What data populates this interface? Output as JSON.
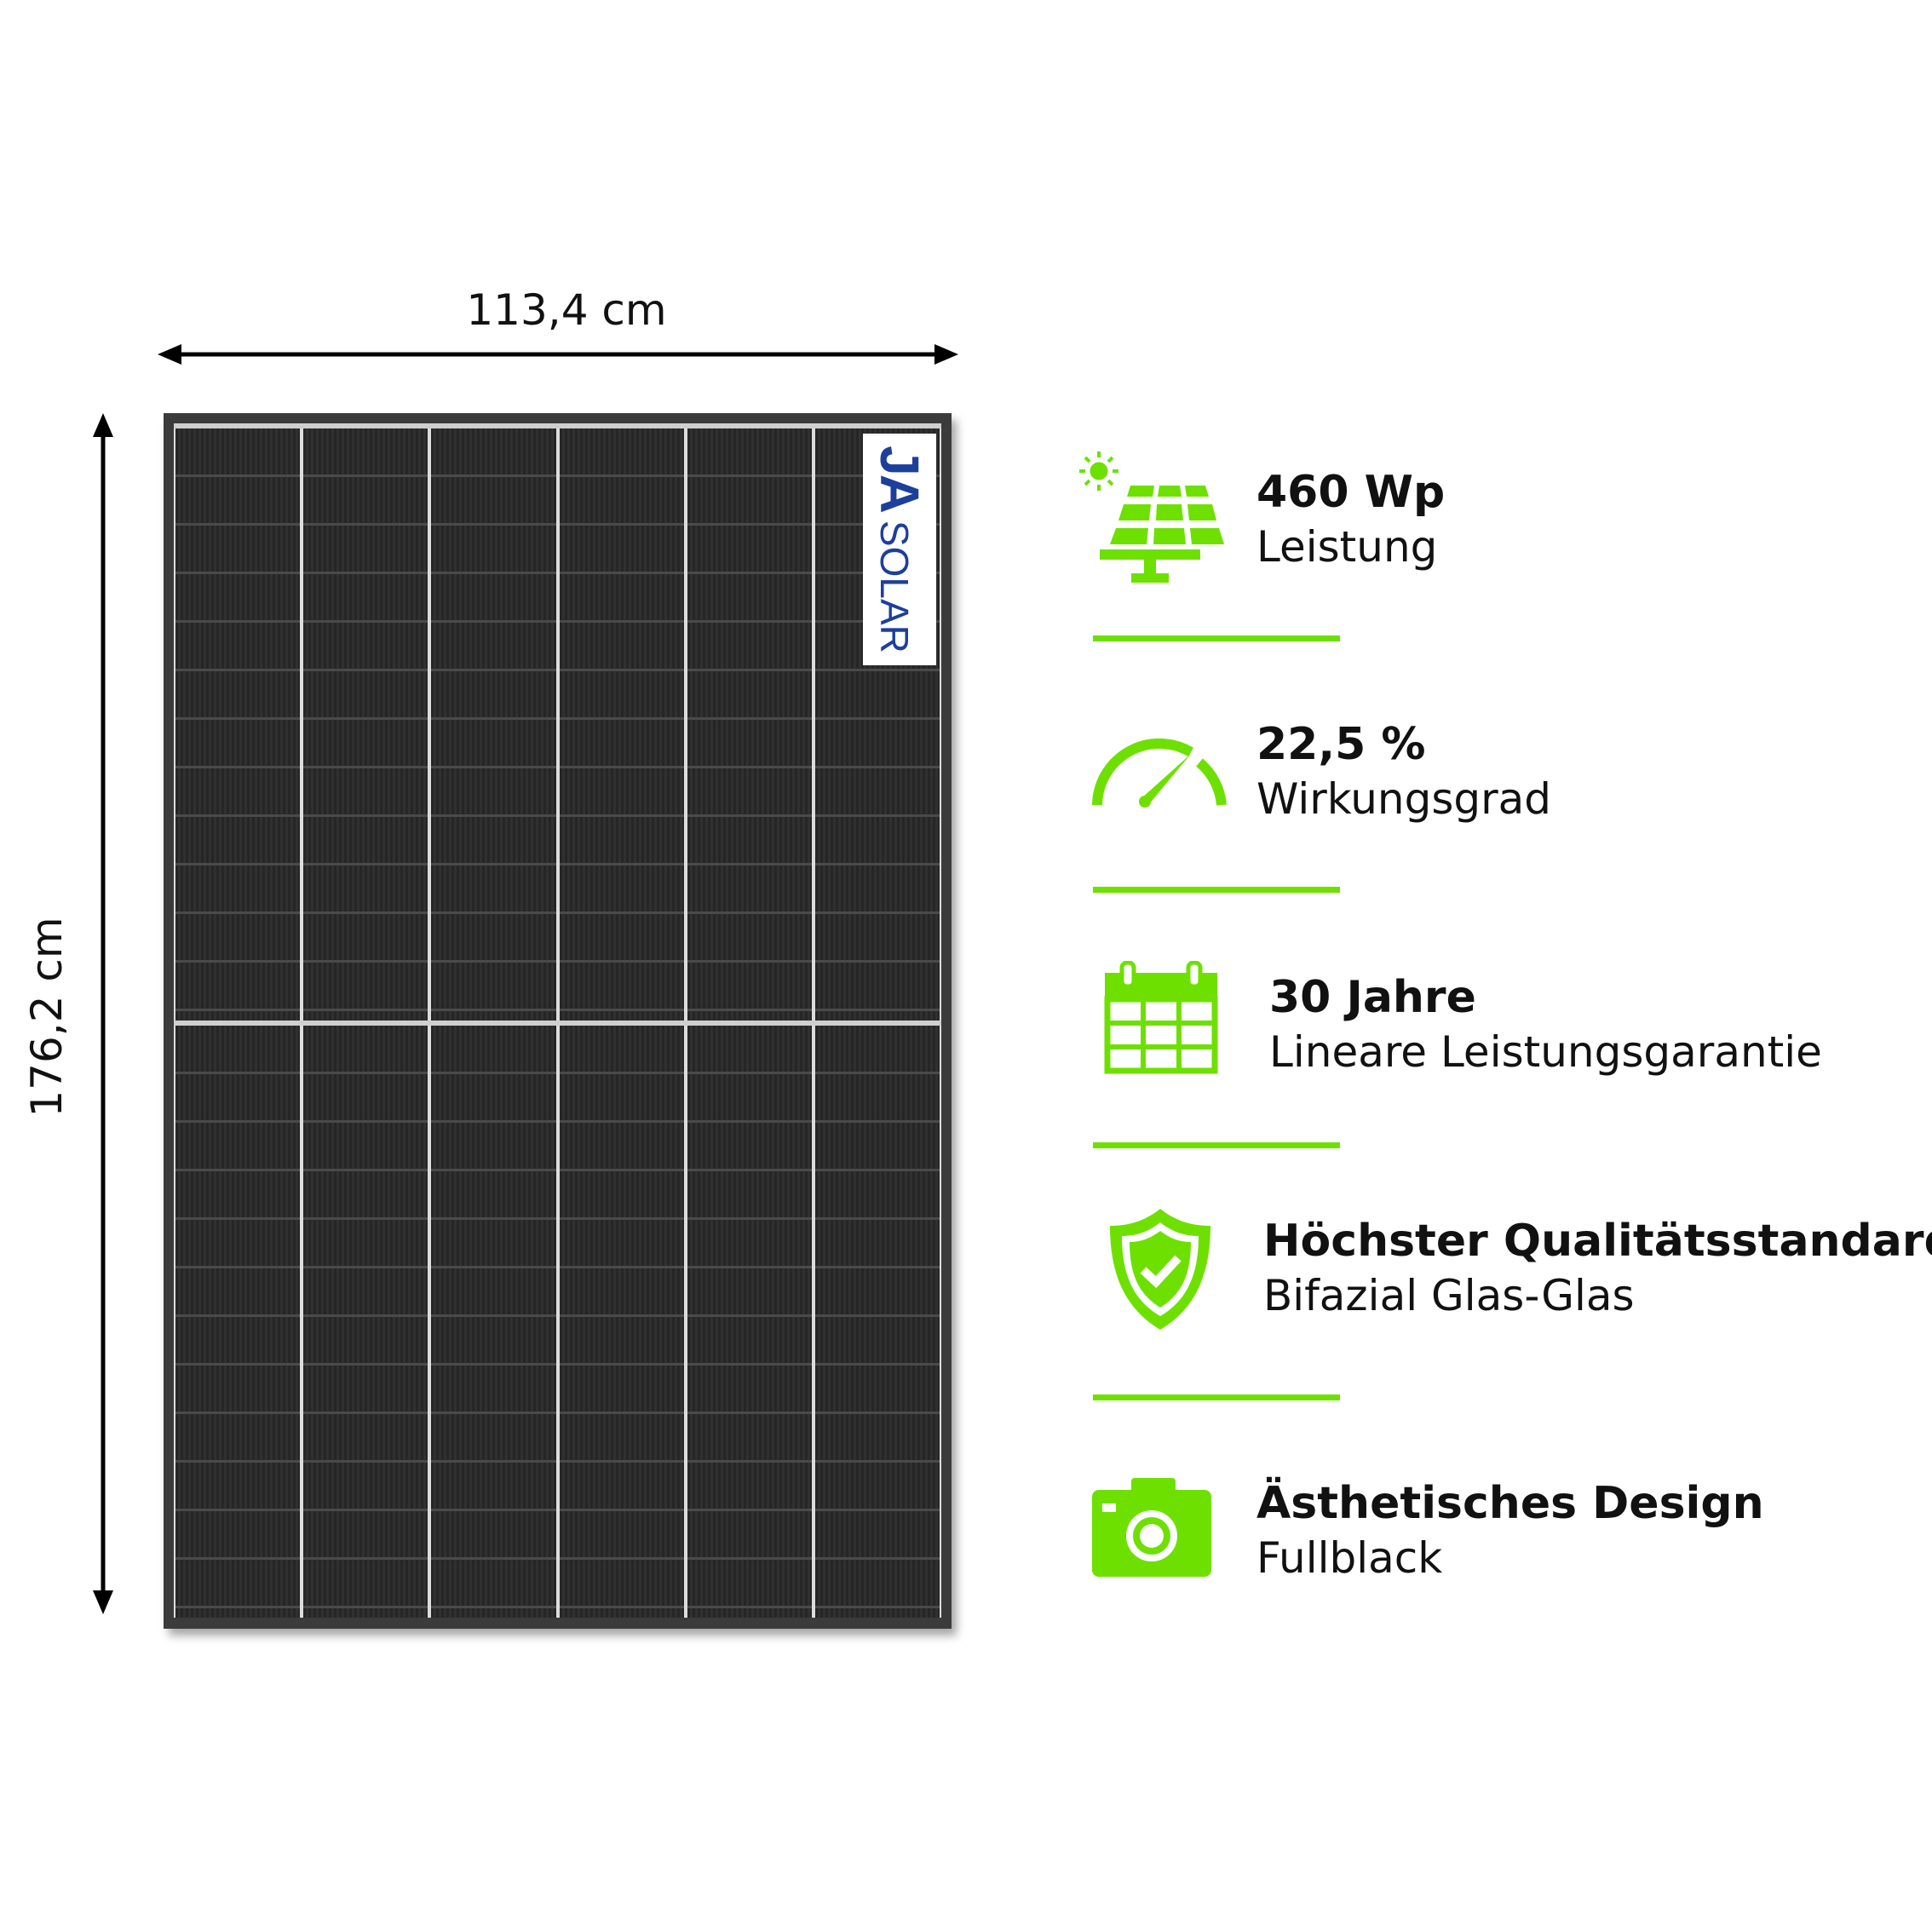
{
  "dimensions": {
    "width_label": "113,4 cm",
    "height_label": "176,2 cm"
  },
  "logo": {
    "brand": "JA",
    "name": "SOLAR"
  },
  "accent_color": "#6ee000",
  "features": [
    {
      "icon": "solar-panel-icon",
      "title": "460 Wp",
      "subtitle": "Leistung"
    },
    {
      "icon": "speedometer-icon",
      "title": "22,5 %",
      "subtitle": "Wirkungsgrad"
    },
    {
      "icon": "calendar-icon",
      "title": "30 Jahre",
      "subtitle": "Lineare Leistungsgarantie"
    },
    {
      "icon": "shield-check-icon",
      "title": "Höchster Qualitätsstandard",
      "subtitle": "Bifazial Glas-Glas"
    },
    {
      "icon": "camera-icon",
      "title": "Ästhetisches Design",
      "subtitle": "Fullblack"
    }
  ]
}
